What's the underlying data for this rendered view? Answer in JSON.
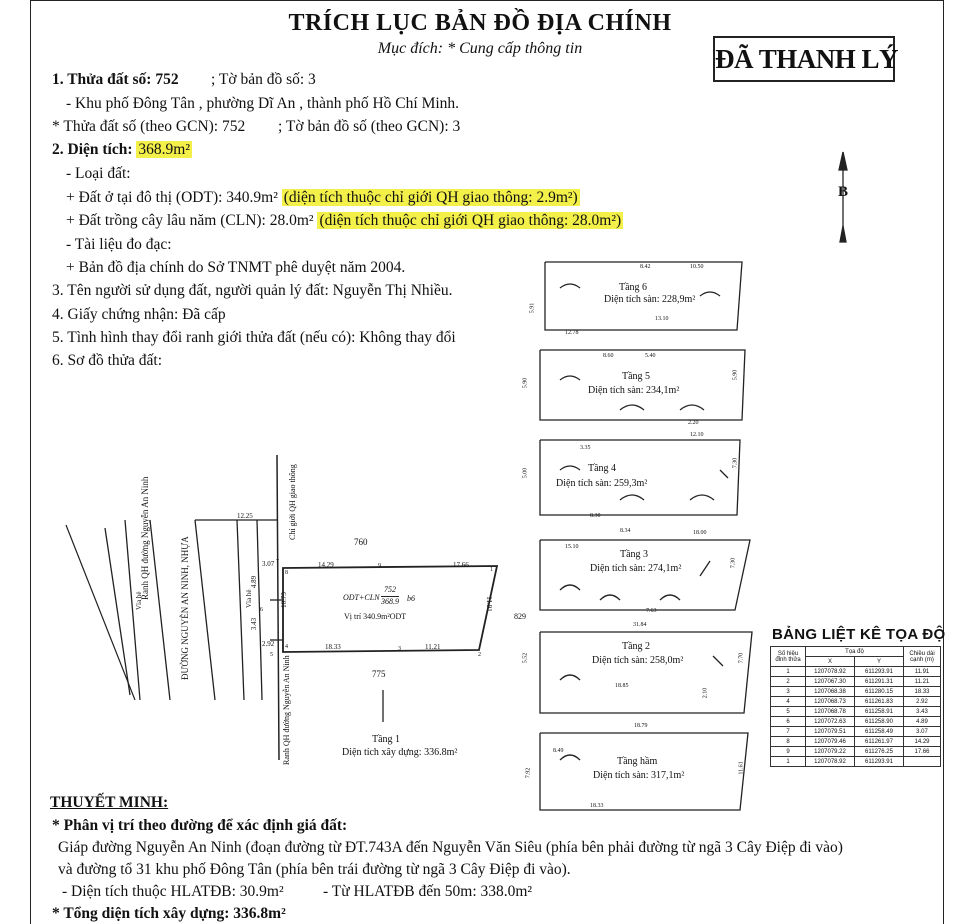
{
  "header": {
    "title": "TRÍCH LỤC BẢN ĐỒ ĐỊA CHÍNH",
    "subtitle": "Mục đích: * Cung cấp thông tin",
    "stamp": "ĐÃ THANH LÝ"
  },
  "info": {
    "l1_label": "1. Thửa đất số: 752",
    "l1_map": "; Tờ bản đồ số: 3",
    "l2": "- Khu phố  Đông Tân  , phường Dĩ An  , thành phố Hồ Chí Minh.",
    "l3": "* Thửa đất số (theo GCN): 752",
    "l3_map": "; Tờ bản đồ số (theo GCN): 3",
    "l4_label": "2. Diện tích: ",
    "l4_value": "368.9m²",
    "l5": "- Loại đất:",
    "l6_a": "+ Đất ở tại đô thị (ODT): 340.9m²",
    "l6_b": "(diện tích thuộc chỉ giới QH giao thông: 2.9m²)",
    "l7_a": "+ Đất trồng cây lâu năm (CLN): 28.0m²",
    "l7_b": "(diện tích thuộc chỉ giới QH giao thông: 28.0m²)",
    "l8": "- Tài liệu đo đạc:",
    "l9": "+ Bản đồ địa chính do Sở TNMT phê duyệt năm 2004.",
    "l10": "3. Tên người sử dụng đất, người quản lý đất:  Nguyễn Thị Nhiều.",
    "l11": "4. Giấy chứng nhận: Đã cấp",
    "l12": "5. Tình hình thay đổi ranh giới thửa đất (nếu có):  Không thay đổi",
    "l13": "6. Sơ đồ thửa đất:"
  },
  "north": "B",
  "plot": {
    "parcel_760": "760",
    "parcel_775": "775",
    "parcel_829": "829",
    "label_code": "ODT+CLN",
    "label_num": "752",
    "label_area": "368.9",
    "label_pos": "b6",
    "label_sub": "Vị trí 340.9m²ODT",
    "road_main": "ĐƯỜNG NGUYỄN AN NINH, NHỰA",
    "road_ranh_left": "Ranh QH đường Nguyễn An Ninh",
    "road_ranh_right": "Ranh QH đường Nguyễn An Ninh",
    "road_cgqh": "Chỉ giới QH giao thông",
    "via_left": "Vỉa hè",
    "via_right": "Vỉa hè",
    "dims": {
      "top_left": "12.25",
      "top_mid": "14.29",
      "top_right": "17.66",
      "bottom_a": "18.33",
      "bottom_b": "11.21",
      "right": "11.91",
      "v1": "3.07",
      "v2": "4.89",
      "v3": "2.92",
      "v4": "10.73",
      "v5": "3.43"
    },
    "vertices": [
      "1",
      "2",
      "3",
      "4",
      "5",
      "6",
      "7",
      "8",
      "9"
    ],
    "floor1_name": "Tầng 1",
    "floor1_area": "Diện tích xây dựng: 336.8m²"
  },
  "floors": [
    {
      "name": "Tầng 6",
      "area": "Diện tích sàn: 228,9m²",
      "d1": "8.42",
      "d2": "10.50",
      "d3": "12.78",
      "d4": "13.10",
      "d5": "5.91"
    },
    {
      "name": "Tầng 5",
      "area": "Diện tích sàn: 234,1m²",
      "d1": "8.60",
      "d2": "5.40",
      "d3": "2.20",
      "d4": "5.90",
      "d5": "5.90"
    },
    {
      "name": "Tầng 4",
      "area": "Diện tích sàn: 259,3m²",
      "d1": "3.35",
      "d2": "12.10",
      "d3": "8.30",
      "d4": "5.00",
      "d5": "7.30"
    },
    {
      "name": "Tầng 3",
      "area": "Diện tích sàn: 274,1m²",
      "d1": "15.10",
      "d2": "18.00",
      "d3": "8.34",
      "d4": "7.63",
      "d5": "7.30"
    },
    {
      "name": "Tầng 2",
      "area": "Diện tích sàn: 258,0m²",
      "d1": "31.84",
      "d2": "18.85",
      "d3": "5.52",
      "d4": "2.10",
      "d5": "7.70"
    },
    {
      "name": "Tầng hầm",
      "area": "Diện tích sàn: 317,1m²",
      "d1": "18.79",
      "d2": "8.49",
      "d3": "18.33",
      "d4": "7.92",
      "d5": "11.61"
    }
  ],
  "coord_table": {
    "title": "BẢNG LIỆT KÊ TỌA ĐỘ",
    "col_point": "Số hiệu đỉnh thửa",
    "col_coord": "Tọa độ",
    "col_x": "X",
    "col_y": "Y",
    "col_dist": "Chiều dài cạnh (m)",
    "rows": [
      {
        "p": "1",
        "x": "1207078.92",
        "y": "611293.91"
      },
      {
        "p": "2",
        "x": "1207067.30",
        "y": "611291.31"
      },
      {
        "p": "3",
        "x": "1207068.38",
        "y": "611280.15"
      },
      {
        "p": "4",
        "x": "1207068.73",
        "y": "611261.83"
      },
      {
        "p": "5",
        "x": "1207068.78",
        "y": "611258.91"
      },
      {
        "p": "6",
        "x": "1207072.63",
        "y": "611258.90"
      },
      {
        "p": "7",
        "x": "1207079.51",
        "y": "611258.49"
      },
      {
        "p": "8",
        "x": "1207079.46",
        "y": "611261.97"
      },
      {
        "p": "9",
        "x": "1207079.22",
        "y": "611276.25"
      },
      {
        "p": "1",
        "x": "1207078.92",
        "y": "611293.91"
      }
    ],
    "dists": [
      "11.91",
      "11.21",
      "18.33",
      "2.92",
      "3.43",
      "4.89",
      "3.07",
      "14.29",
      "17.66"
    ]
  },
  "notes": {
    "heading": "THUYẾT MINH:",
    "n1": "* Phân vị trí theo đường để xác định giá đất:",
    "n2": "Giáp đường Nguyễn An Ninh (đoạn đường từ ĐT.743A đến Nguyễn Văn Siêu (phía bên phải đường từ ngã 3 Cây Điệp đi vào)",
    "n3": "và đường tổ 31 khu phố Đông Tân (phía bên trái đường từ ngã 3 Cây Điệp đi vào).",
    "n4a": "- Diện tích thuộc HLATĐB: 30.9m²",
    "n4b": "- Từ HLATĐB đến 50m: 338.0m²",
    "n5": "* Tổng diện tích xây dựng: 336.8m²"
  }
}
